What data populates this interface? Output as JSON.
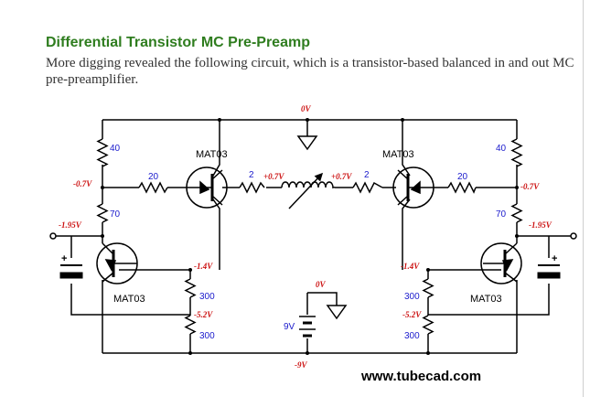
{
  "article": {
    "title": "Differential Transistor MC Pre-Preamp",
    "intro": "More digging revealed the following circuit, which is a transistor-based balanced in and out MC pre-preamplifier."
  },
  "schematic": {
    "ground_top": "0V",
    "ground_mid": "0V",
    "neg_rail": "-9V",
    "battery": "9V",
    "res_top_l": "40",
    "res_top_r": "40",
    "res_base_l": "20",
    "res_base_r": "20",
    "res_emit_l": "2",
    "res_emit_r": "2",
    "res_mid_l": "70",
    "res_mid_r": "70",
    "res_bot1_l": "300",
    "res_bot1_r": "300",
    "res_bot2_l": "300",
    "res_bot2_r": "300",
    "v_base_l": "-0.7V",
    "v_base_r": "-0.7V",
    "v_emit_l": "+0.7V",
    "v_emit_r": "+0.7V",
    "v_in_l": "-1.95V",
    "v_in_r": "-1.95V",
    "v_coll_l": "-1.4V",
    "v_coll_r": "-1.4V",
    "v_div_l": "-5.2V",
    "v_div_r": "-5.2V",
    "q_top_l": "MAT03",
    "q_top_r": "MAT03",
    "q_bot_l": "MAT03",
    "q_bot_r": "MAT03",
    "plus_l": "+",
    "plus_r": "+"
  },
  "footer": {
    "site": "www.tubecad.com"
  }
}
